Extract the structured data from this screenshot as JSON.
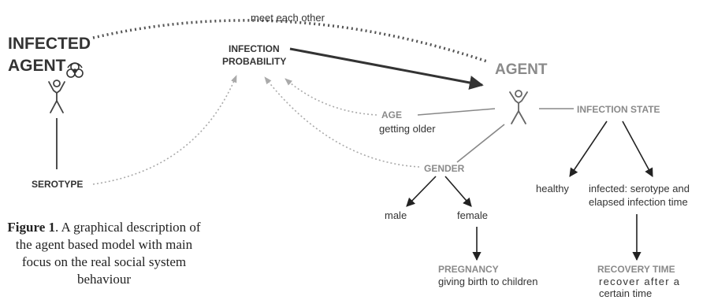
{
  "infected_agent": {
    "line1": "INFECTED",
    "line2": "AGENT"
  },
  "meet_label": "meet each other",
  "infection_probability": {
    "line1": "INFECTION",
    "line2": "PROBABILITY"
  },
  "agent": "AGENT",
  "serotype": "SEROTYPE",
  "age": {
    "title": "AGE",
    "sub": "getting older"
  },
  "infection_state": "INFECTION STATE",
  "gender": "GENDER",
  "healthy": "healthy",
  "infected": {
    "line1": "infected: serotype and",
    "line2": "elapsed infection time"
  },
  "male": "male",
  "female": "female",
  "pregnancy": {
    "title": "PREGNANCY",
    "sub": "giving birth to children"
  },
  "recovery": {
    "title": "RECOVERY TIME",
    "line1": "recover after a",
    "line2": "certain time"
  },
  "caption": {
    "figure_label": "Figure 1",
    "text": ". A graphical description of the agent based model with main focus on the real social system behaviour"
  },
  "icons": [
    "biohazard-icon",
    "stick-figure-icon"
  ],
  "colors": {
    "dark_text": "#333333",
    "grey_text": "#8a8a8a",
    "arrow": "#222222",
    "dotted": "#999999"
  }
}
